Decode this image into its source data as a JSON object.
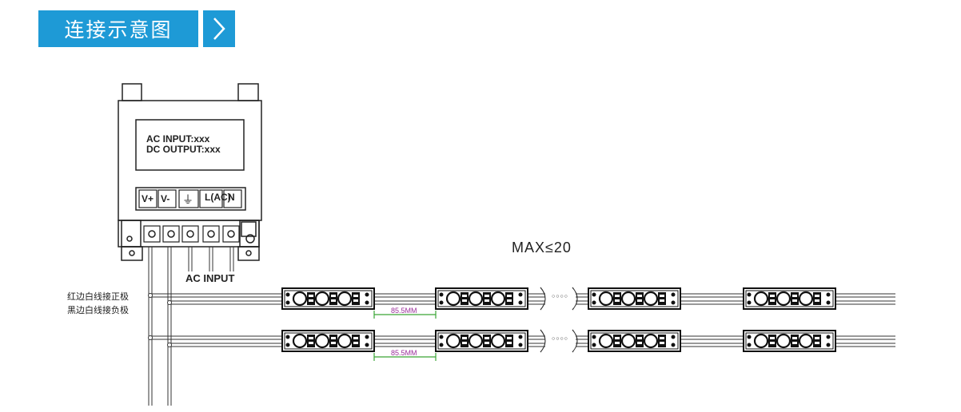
{
  "header": {
    "title": "连接示意图",
    "arrow_icon": "chevron-right-icon",
    "accent_color": "#1e9ad6"
  },
  "power_supply": {
    "label_line1": "AC INPUT:xxx",
    "label_line2": "DC OUTPUT:xxx",
    "terminals": [
      "V+",
      "V-",
      "⏚",
      "L(AC)",
      "N"
    ],
    "terminal_sub": "(AC)"
  },
  "ac_input_label": "AC INPUT",
  "max_label": "MAX≤20",
  "wire_notes": [
    "红边白线接正极",
    "黑边白线接负极"
  ],
  "spacing_label": "85.5MM",
  "ellipsis": "○○○○",
  "spacing_color": "#3aa535",
  "spacing_text_color": "#9b2f9b",
  "rows": [
    {
      "modules": 4
    },
    {
      "modules": 4
    }
  ]
}
